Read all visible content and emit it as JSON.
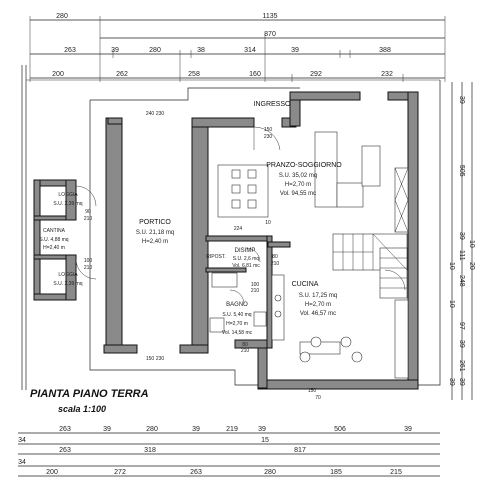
{
  "title": "PIANTA PIANO TERRA",
  "scale": "scala 1:100",
  "top_dims": {
    "row1": [
      "280",
      "1135"
    ],
    "row2": [
      "870"
    ],
    "row3": [
      "263",
      "39",
      "280",
      "38",
      "314",
      "39",
      "388"
    ],
    "row4": [
      "200",
      "262",
      "258",
      "160",
      "292",
      "232"
    ]
  },
  "bottom_dims": {
    "row1": [
      "263",
      "39",
      "280",
      "39",
      "219",
      "39",
      "506",
      "39"
    ],
    "row2": [
      "34",
      "15"
    ],
    "row3": [
      "263",
      "318",
      "817"
    ],
    "row4": [
      "34"
    ],
    "row5": [
      "200",
      "272",
      "263",
      "280",
      "185",
      "215"
    ]
  },
  "right_dims": [
    "39",
    "505",
    "39",
    "111",
    "10",
    "20",
    "10",
    "248",
    "10",
    "97",
    "39",
    "261",
    "39",
    "39"
  ],
  "rooms": {
    "ingresso": {
      "name": "INGRESSO"
    },
    "pranzo": {
      "name": "PRANZO-SOGGIORNO",
      "su": "S.U. 35,02 mq",
      "h": "H=2,70 m",
      "vol": "Vol. 94,55 mc"
    },
    "portico": {
      "name": "PORTICO",
      "su": "S.U. 21,18 mq",
      "h": "H=2,40 m"
    },
    "cucina": {
      "name": "CUCINA",
      "su": "S.U. 17,25 mq",
      "h": "H=2,70 m",
      "vol": "Vol. 46,57 mc"
    },
    "disimp": {
      "name": "DISIMP",
      "su": "S.U. 2,6 mq",
      "vol": "Vol. 6,81 mc"
    },
    "bagno": {
      "name": "BAGNO",
      "su": "S.U. 5,40 mq",
      "h": "H=2,70 m",
      "vol": "Vol. 14,58 mc"
    },
    "rip": {
      "name": "RIPOST."
    },
    "loggia1": {
      "name": "LOGGIA",
      "su": "S.U. 2,39 mq"
    },
    "cantina": {
      "name": "CANTINA",
      "su": "S.U. 4,88 mq",
      "h": "H=2,40 m"
    },
    "loggia2": {
      "name": "LOGGIA",
      "su": "S.U. 2,39 mq"
    }
  },
  "inner_dims": {
    "d224": "224",
    "d10": "10",
    "d150a": "150",
    "d230a": "230",
    "d240": "240",
    "d230b": "230",
    "d80a": "80",
    "d210a": "210",
    "d100": "100",
    "d210b": "210",
    "d150b": "150",
    "d230c": "230",
    "d150c": "150",
    "d70": "70",
    "d80b": "80",
    "d210c": "210",
    "d90": "90",
    "d210d": "210",
    "d100b": "100",
    "d210e": "210"
  }
}
